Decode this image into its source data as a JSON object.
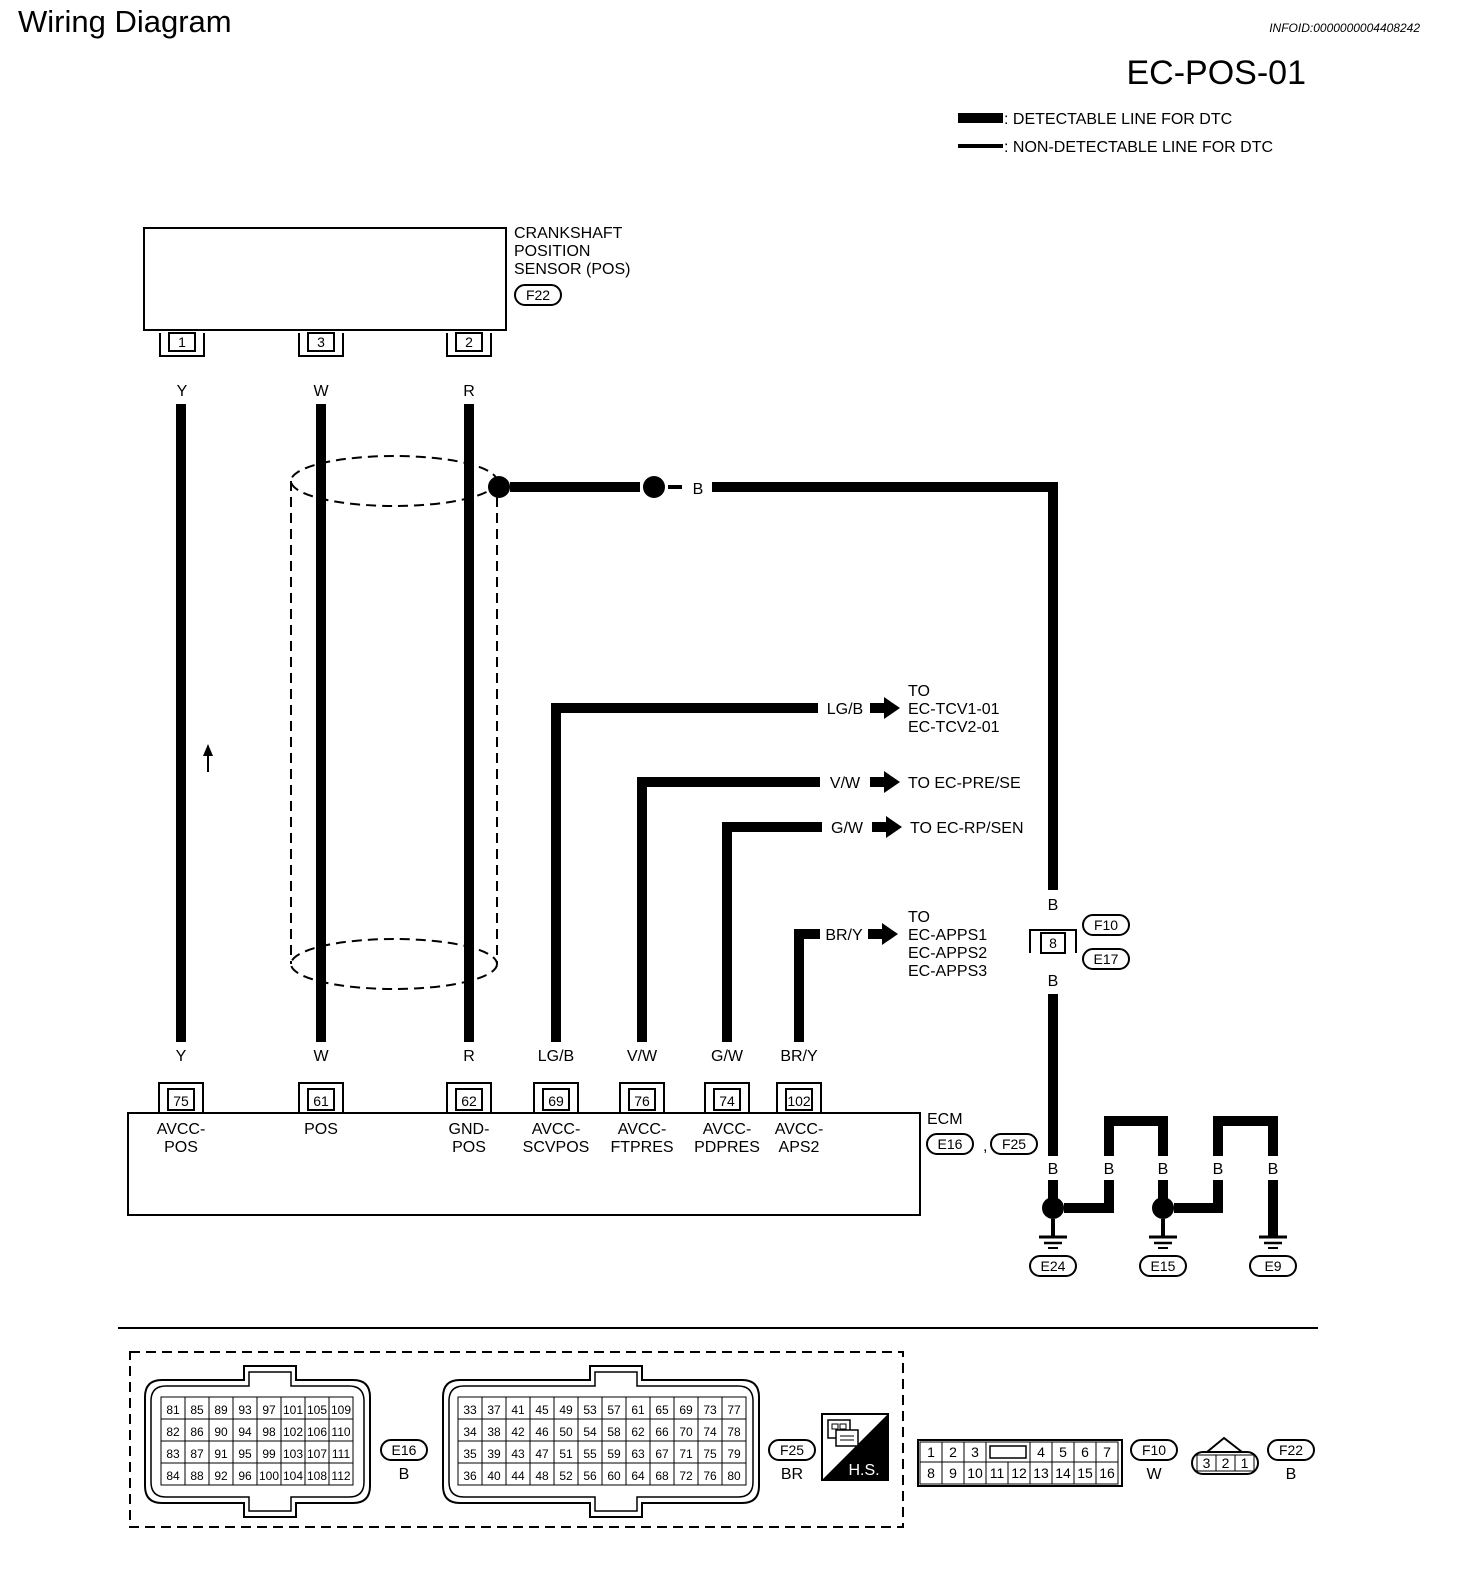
{
  "header": {
    "title": "Wiring Diagram",
    "info_id": "INFOID:0000000004408242",
    "diagram_code": "EC-POS-01"
  },
  "legend": {
    "detectable": ": DETECTABLE LINE FOR DTC",
    "non_detectable": ": NON-DETECTABLE LINE FOR DTC"
  },
  "sensor": {
    "name_lines": [
      "CRANKSHAFT",
      "POSITION",
      "SENSOR (POS)"
    ],
    "connector": "F22",
    "pins": [
      "1",
      "3",
      "2"
    ],
    "wire_colors": [
      "Y",
      "W",
      "R"
    ]
  },
  "shield": {
    "wire_color": "B"
  },
  "joint": {
    "top_color": "B",
    "pin": "8",
    "bottom_color": "B",
    "connectors": [
      "F10",
      "E17"
    ]
  },
  "branches": [
    {
      "color": "LG/B",
      "dest_lines": [
        "TO",
        "EC-TCV1-01",
        "EC-TCV2-01"
      ]
    },
    {
      "color": "V/W",
      "dest_lines": [
        "TO EC-PRE/SE"
      ]
    },
    {
      "color": "G/W",
      "dest_lines": [
        "TO EC-RP/SEN"
      ]
    },
    {
      "color": "BR/Y",
      "dest_lines": [
        "TO",
        "EC-APPS1",
        "EC-APPS2",
        "EC-APPS3"
      ]
    }
  ],
  "ecm": {
    "label": "ECM",
    "connectors": [
      "E16",
      "F25"
    ],
    "separator": ",",
    "pins": [
      {
        "color": "Y",
        "pin": "75",
        "name_lines": [
          "AVCC-",
          "POS"
        ]
      },
      {
        "color": "W",
        "pin": "61",
        "name_lines": [
          "POS"
        ]
      },
      {
        "color": "R",
        "pin": "62",
        "name_lines": [
          "GND-",
          "POS"
        ]
      },
      {
        "color": "LG/B",
        "pin": "69",
        "name_lines": [
          "AVCC-",
          "SCVPOS"
        ]
      },
      {
        "color": "V/W",
        "pin": "76",
        "name_lines": [
          "AVCC-",
          "FTPRES"
        ]
      },
      {
        "color": "G/W",
        "pin": "74",
        "name_lines": [
          "AVCC-",
          "PDPRES"
        ]
      },
      {
        "color": "BR/Y",
        "pin": "102",
        "name_lines": [
          "AVCC-",
          "APS2"
        ]
      }
    ]
  },
  "grounds": {
    "wire_colors": [
      "B",
      "B",
      "B",
      "B",
      "B"
    ],
    "labels": [
      "E24",
      "E15",
      "E9"
    ]
  },
  "connector_views": {
    "e16": {
      "rows": [
        [
          "81",
          "85",
          "89",
          "93",
          "97",
          "101",
          "105",
          "109"
        ],
        [
          "82",
          "86",
          "90",
          "94",
          "98",
          "102",
          "106",
          "110"
        ],
        [
          "83",
          "87",
          "91",
          "95",
          "99",
          "103",
          "107",
          "111"
        ],
        [
          "84",
          "88",
          "92",
          "96",
          "100",
          "104",
          "108",
          "112"
        ]
      ],
      "label": "E16",
      "color": "B"
    },
    "f25": {
      "rows": [
        [
          "33",
          "37",
          "41",
          "45",
          "49",
          "53",
          "57",
          "61",
          "65",
          "69",
          "73",
          "77"
        ],
        [
          "34",
          "38",
          "42",
          "46",
          "50",
          "54",
          "58",
          "62",
          "66",
          "70",
          "74",
          "78"
        ],
        [
          "35",
          "39",
          "43",
          "47",
          "51",
          "55",
          "59",
          "63",
          "67",
          "71",
          "75",
          "79"
        ],
        [
          "36",
          "40",
          "44",
          "48",
          "52",
          "56",
          "60",
          "64",
          "68",
          "72",
          "76",
          "80"
        ]
      ],
      "label": "F25",
      "color": "BR"
    },
    "hs_badge": "H.S.",
    "f10": {
      "top": [
        "1",
        "2",
        "3",
        "",
        "4",
        "5",
        "6",
        "7"
      ],
      "bottom": [
        "8",
        "9",
        "10",
        "11",
        "12",
        "13",
        "14",
        "15",
        "16"
      ],
      "label": "F10",
      "color": "W"
    },
    "f22": {
      "pins": [
        "3",
        "2",
        "1"
      ],
      "label": "F22",
      "color": "B"
    }
  },
  "colors": {
    "line": "#000000",
    "background": "#ffffff"
  }
}
